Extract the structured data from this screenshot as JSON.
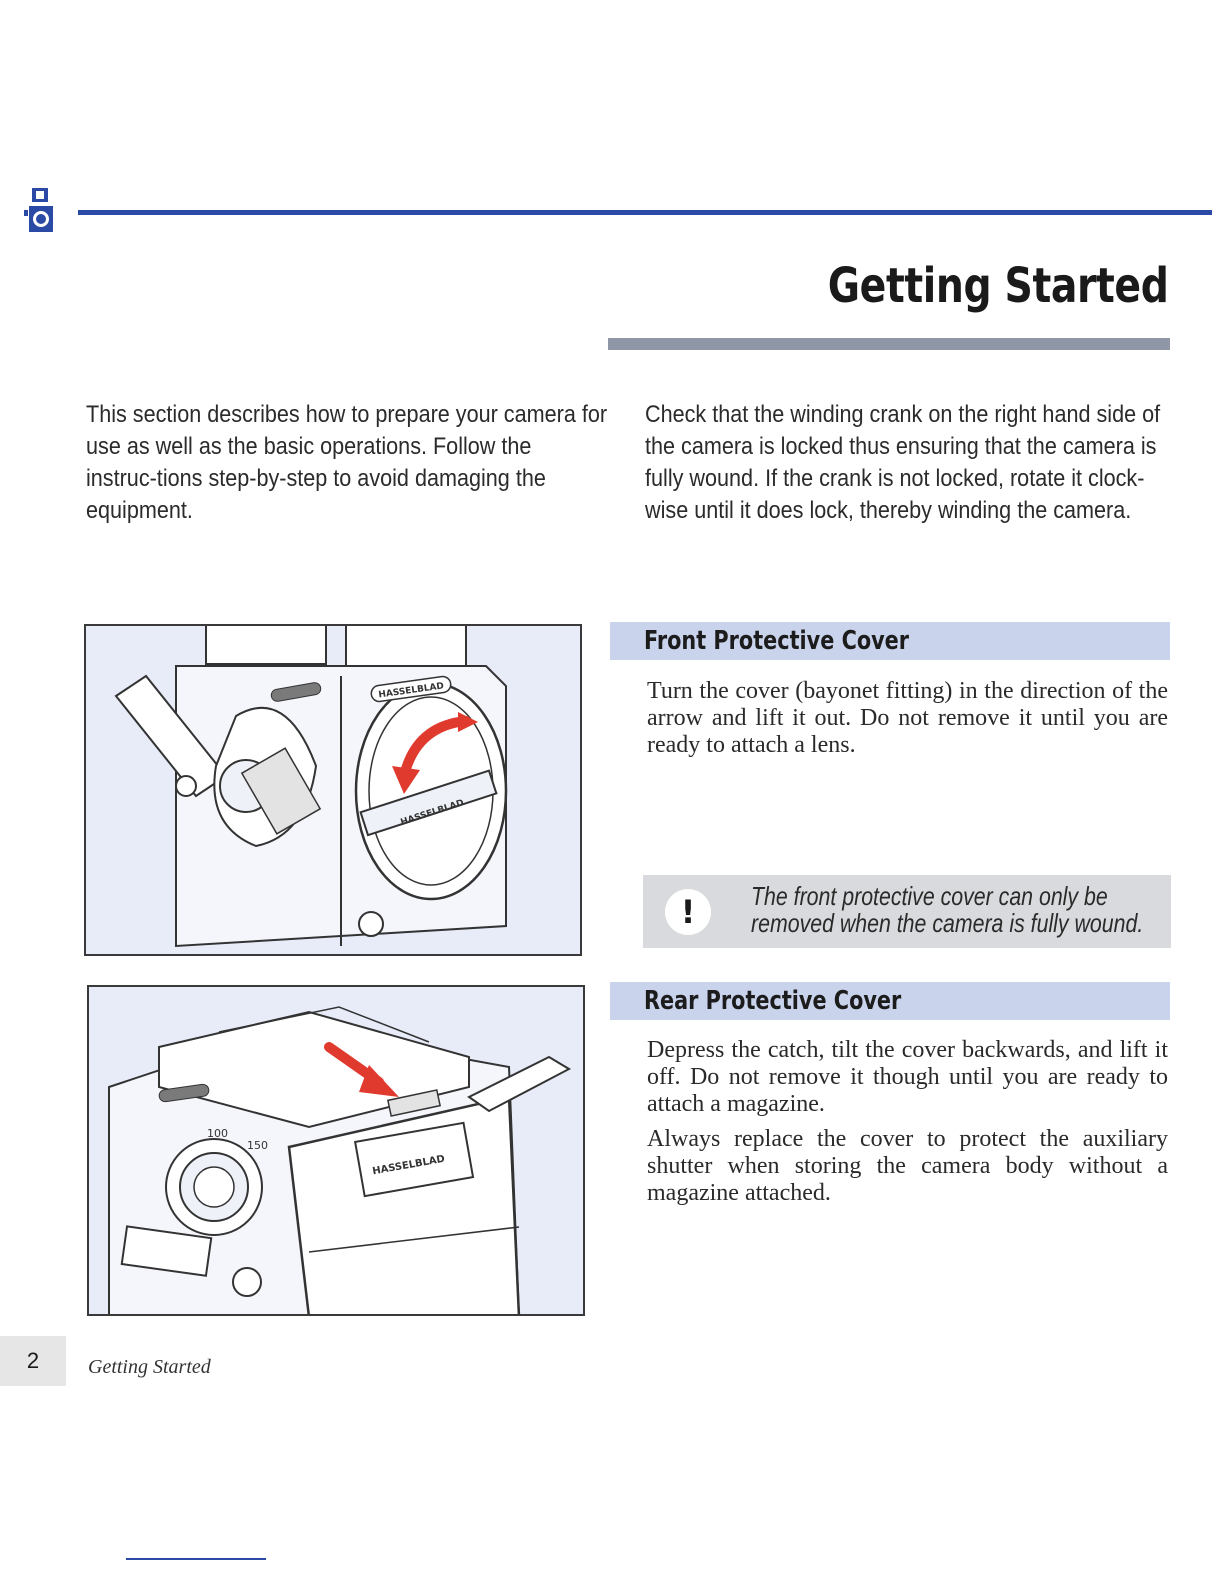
{
  "header": {
    "title": "Getting Started"
  },
  "intro": {
    "left": "This section describes how to prepare your camera for use as well as the basic operations. Follow the instruc-tions step-by-step to avoid damaging the equipment.",
    "right": "Check that the winding crank on the right hand side of the camera is locked thus ensuring that the camera is fully wound. If the crank is not locked, rotate it clock-wise until it does lock, thereby winding the camera."
  },
  "front_cover": {
    "heading": "Front Protective Cover",
    "text": "Turn the cover (bayonet fitting) in the direction of the arrow and lift it out. Do not remove it until you are ready to attach a lens."
  },
  "note": {
    "icon": "exclamation",
    "symbol": "!",
    "text": "The front protective cover can only be removed when the camera is fully wound."
  },
  "rear_cover": {
    "heading": "Rear Protective Cover",
    "text_1": "Depress the catch, tilt the cover backwards, and lift it off. Do not remove it though until you are ready to attach a magazine.",
    "text_2": "Always replace the cover to protect the auxiliary shutter when storing the camera body without a magazine attached."
  },
  "illustrations": {
    "brand_label": "HASSELBLAD",
    "dial_left": "100",
    "dial_right": "150",
    "accent_arrow_color": "#e03a2e",
    "panel_color": "#e7ecf8"
  },
  "footer": {
    "page_number": "2",
    "section_label": "Getting Started"
  },
  "colors": {
    "rule_blue": "#2a4aa6",
    "header_band": "#c9d3ec",
    "title_bar_gray": "#8f96a6",
    "note_gray": "#d9dadd"
  }
}
